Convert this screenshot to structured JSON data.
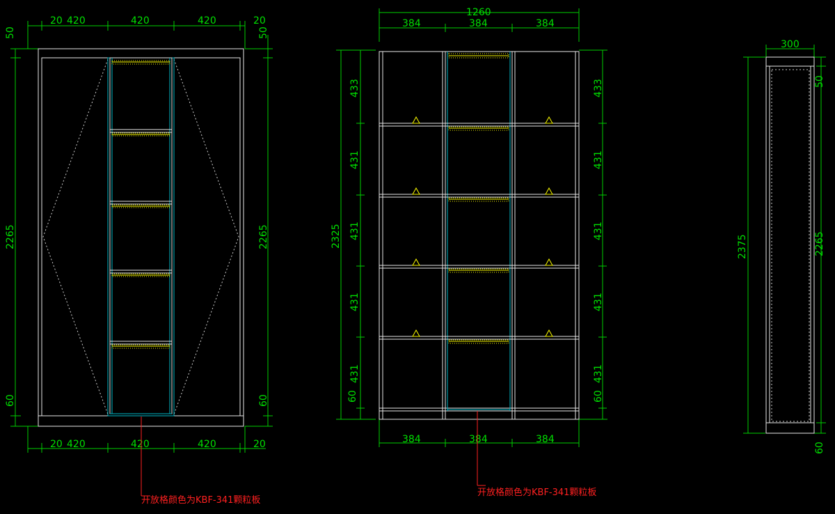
{
  "drawing": {
    "elevation_left": {
      "top_dims": [
        "20",
        "420",
        "420",
        "420",
        "20"
      ],
      "bottom_dims": [
        "20",
        "420",
        "420",
        "420",
        "20"
      ],
      "left_vertical": [
        "50",
        "2265",
        "60"
      ],
      "right_vertical": [
        "50",
        "2265",
        "60"
      ],
      "note": "开放格颜色为KBF-341颗粒板"
    },
    "elevation_middle": {
      "overall_width": "1260",
      "top_dims": [
        "384",
        "384",
        "384"
      ],
      "bottom_dims": [
        "384",
        "384",
        "384"
      ],
      "overall_height": "2325",
      "left_rows": [
        "433",
        "431",
        "431",
        "431",
        "431",
        "60"
      ],
      "right_rows": [
        "433",
        "431",
        "431",
        "431",
        "431",
        "60"
      ],
      "note": "开放格颜色为KBF-341颗粒板"
    },
    "side_view": {
      "depth": "300",
      "overall_height": "2375",
      "right_vertical": [
        "50",
        "2265",
        "60"
      ]
    }
  }
}
